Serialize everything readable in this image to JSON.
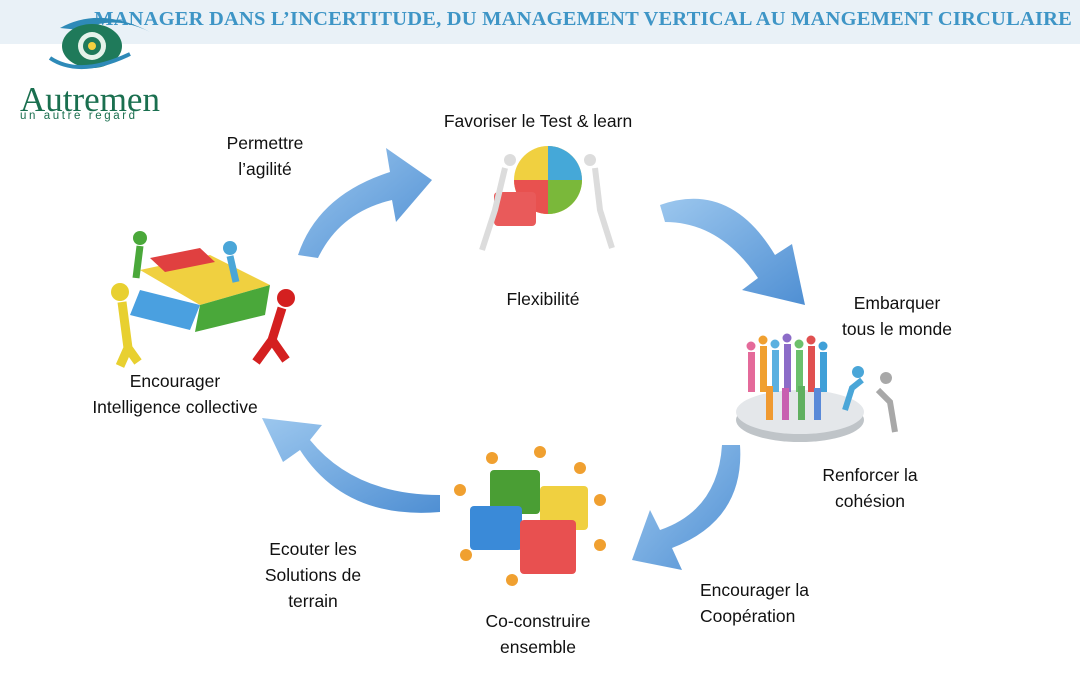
{
  "header": {
    "title": "MANAGER DANS L’INCERTITUDE, DU MANAGEMENT VERTICAL AU MANGEMENT CIRCULAIRE",
    "accent_color": "#3e95c6",
    "background_color": "#e9f1f7"
  },
  "logo": {
    "name": "Autremen",
    "tagline": "un autre regard",
    "icon": "eye-logo-icon",
    "color": "#1a6f4f"
  },
  "cycle": {
    "arrow_color": "#6aa6dc",
    "stages": [
      {
        "title": "Favoriser le Test & learn",
        "caption": "Flexibilité",
        "icon": "puzzle-builders-icon"
      },
      {
        "title": "Embarquer\ntous le monde",
        "caption": "Renforcer la\ncohésion",
        "icon": "crowd-platform-icon"
      },
      {
        "title": "Co-construire\nensemble",
        "icon": "team-puzzle-icon"
      },
      {
        "title": "Encourager\nIntelligence collective",
        "icon": "collective-puzzle-icon"
      }
    ],
    "transitions": [
      {
        "label": "Permettre\nl’agilité"
      },
      {
        "label": "Encourager la\nCoopération"
      },
      {
        "label": "Ecouter les\nSolutions de\nterrain"
      }
    ]
  }
}
